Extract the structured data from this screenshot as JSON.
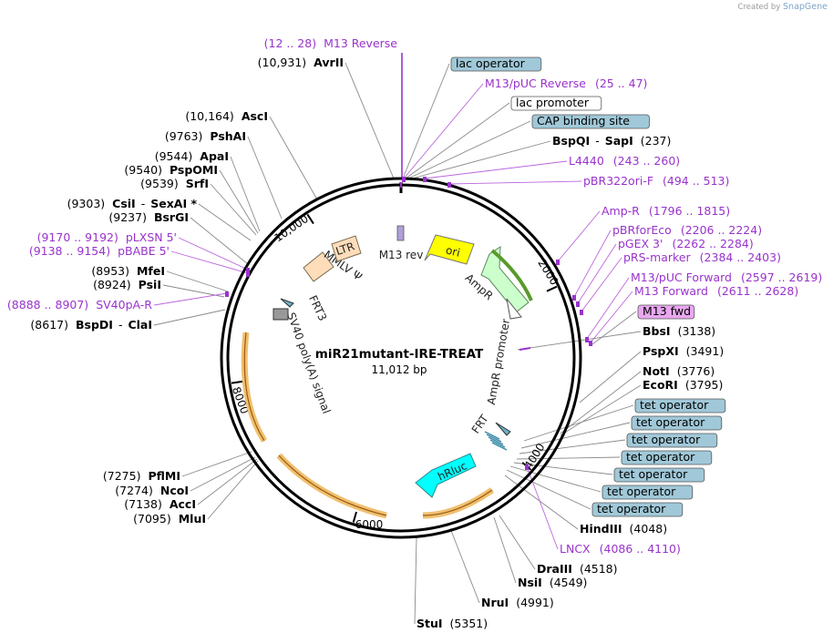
{
  "credit": {
    "created_by": "Created by",
    "brand": "SnapGene"
  },
  "plasmid": {
    "name": "miR21mutant-IRE-TREAT",
    "length": "11,012 bp"
  },
  "ticks": [
    {
      "bp": 2000,
      "label": "2000"
    },
    {
      "bp": 4000,
      "label": "4000"
    },
    {
      "bp": 6000,
      "label": "6000"
    },
    {
      "bp": 8000,
      "label": "8000"
    },
    {
      "bp": 10000,
      "label": "10,000"
    }
  ],
  "features": [
    {
      "name": "M13 rev",
      "kind": "small"
    },
    {
      "name": "ori",
      "kind": "arrow",
      "color": "#ffff00"
    },
    {
      "name": "AmpR",
      "kind": "arrow",
      "color": "#ccffcc"
    },
    {
      "name": "AmpR promoter",
      "kind": "arc"
    },
    {
      "name": "FRT",
      "kind": "small"
    },
    {
      "name": "hRluc",
      "kind": "arrow",
      "color": "#00ffff"
    },
    {
      "name": "SV40 poly(A) signal",
      "kind": "arc"
    },
    {
      "name": "FRT3",
      "kind": "small"
    },
    {
      "name": "MMLV Ψ",
      "kind": "box",
      "color": "#ffddbb"
    },
    {
      "name": "LTR",
      "kind": "box",
      "color": "#ffddbb"
    }
  ],
  "right_labels": [
    {
      "kind": "primer",
      "name": "M13 Reverse",
      "pos": "(12 .. 28)"
    },
    {
      "kind": "box",
      "name": "lac operator",
      "color": "#a0c8d8"
    },
    {
      "kind": "primer",
      "name": "M13/pUC Reverse",
      "pos": "(25 .. 47)"
    },
    {
      "kind": "box",
      "name": "lac promoter",
      "color": "#ffffff"
    },
    {
      "kind": "box",
      "name": "CAP binding site",
      "color": "#a0c8d8"
    },
    {
      "kind": "site",
      "name": "BspQI",
      "name2": "SapI",
      "pos": "(237)"
    },
    {
      "kind": "primer",
      "name": "L4440",
      "pos": "(243 .. 260)"
    },
    {
      "kind": "primer",
      "name": "pBR322ori-F",
      "pos": "(494 .. 513)"
    },
    {
      "kind": "primer",
      "name": "Amp-R",
      "pos": "(1796 .. 1815)"
    },
    {
      "kind": "primer",
      "name": "pBRforEco",
      "pos": "(2206 .. 2224)"
    },
    {
      "kind": "primer",
      "name": "pGEX 3'",
      "pos": "(2262 .. 2284)"
    },
    {
      "kind": "primer",
      "name": "pRS-marker",
      "pos": "(2384 .. 2403)"
    },
    {
      "kind": "primer",
      "name": "M13/pUC Forward",
      "pos": "(2597 .. 2619)"
    },
    {
      "kind": "primer",
      "name": "M13 Forward",
      "pos": "(2611 .. 2628)"
    },
    {
      "kind": "box",
      "name": "M13 fwd",
      "color": "#e8a8f0"
    },
    {
      "kind": "site",
      "name": "BbsI",
      "pos": "(3138)"
    },
    {
      "kind": "site",
      "name": "PspXI",
      "pos": "(3491)"
    },
    {
      "kind": "site",
      "name": "NotI",
      "pos": "(3776)"
    },
    {
      "kind": "site",
      "name": "EcoRI",
      "pos": "(3795)"
    },
    {
      "kind": "box",
      "name": "tet operator",
      "color": "#a0c8d8"
    },
    {
      "kind": "box",
      "name": "tet operator",
      "color": "#a0c8d8"
    },
    {
      "kind": "box",
      "name": "tet operator",
      "color": "#a0c8d8"
    },
    {
      "kind": "box",
      "name": "tet operator",
      "color": "#a0c8d8"
    },
    {
      "kind": "box",
      "name": "tet operator",
      "color": "#a0c8d8"
    },
    {
      "kind": "box",
      "name": "tet operator",
      "color": "#a0c8d8"
    },
    {
      "kind": "box",
      "name": "tet operator",
      "color": "#a0c8d8"
    },
    {
      "kind": "site",
      "name": "HindIII",
      "pos": "(4048)"
    },
    {
      "kind": "primer",
      "name": "LNCX",
      "pos": "(4086 .. 4110)"
    },
    {
      "kind": "site",
      "name": "DraIII",
      "pos": "(4518)"
    },
    {
      "kind": "site",
      "name": "NsiI",
      "pos": "(4549)"
    },
    {
      "kind": "site",
      "name": "NruI",
      "pos": "(4991)"
    },
    {
      "kind": "site",
      "name": "StuI",
      "pos": "(5351)"
    }
  ],
  "left_labels": [
    {
      "kind": "site",
      "name": "AvrII",
      "pos": "(10,931)"
    },
    {
      "kind": "site",
      "name": "AscI",
      "pos": "(10,164)"
    },
    {
      "kind": "site",
      "name": "PshAI",
      "pos": "(9763)"
    },
    {
      "kind": "site",
      "name": "ApaI",
      "pos": "(9544)"
    },
    {
      "kind": "site",
      "name": "PspOMI",
      "pos": "(9540)"
    },
    {
      "kind": "site",
      "name": "SrfI",
      "pos": "(9539)"
    },
    {
      "kind": "site",
      "name": "CsiI",
      "name2": "SexAI *",
      "pos": "(9303)"
    },
    {
      "kind": "site",
      "name": "BsrGI",
      "pos": "(9237)"
    },
    {
      "kind": "primer",
      "name": "pLXSN 5'",
      "pos": "(9170 .. 9192)"
    },
    {
      "kind": "primer",
      "name": "pBABE 5'",
      "pos": "(9138 .. 9154)"
    },
    {
      "kind": "site",
      "name": "MfeI",
      "pos": "(8953)"
    },
    {
      "kind": "site",
      "name": "PsiI",
      "pos": "(8924)"
    },
    {
      "kind": "primer",
      "name": "SV40pA-R",
      "pos": "(8888 .. 8907)"
    },
    {
      "kind": "site",
      "name": "BspDI",
      "name2": "ClaI",
      "pos": "(8617)"
    },
    {
      "kind": "site",
      "name": "PflMI",
      "pos": "(7275)"
    },
    {
      "kind": "site",
      "name": "NcoI",
      "pos": "(7274)"
    },
    {
      "kind": "site",
      "name": "AccI",
      "pos": "(7138)"
    },
    {
      "kind": "site",
      "name": "MluI",
      "pos": "(7095)"
    }
  ]
}
